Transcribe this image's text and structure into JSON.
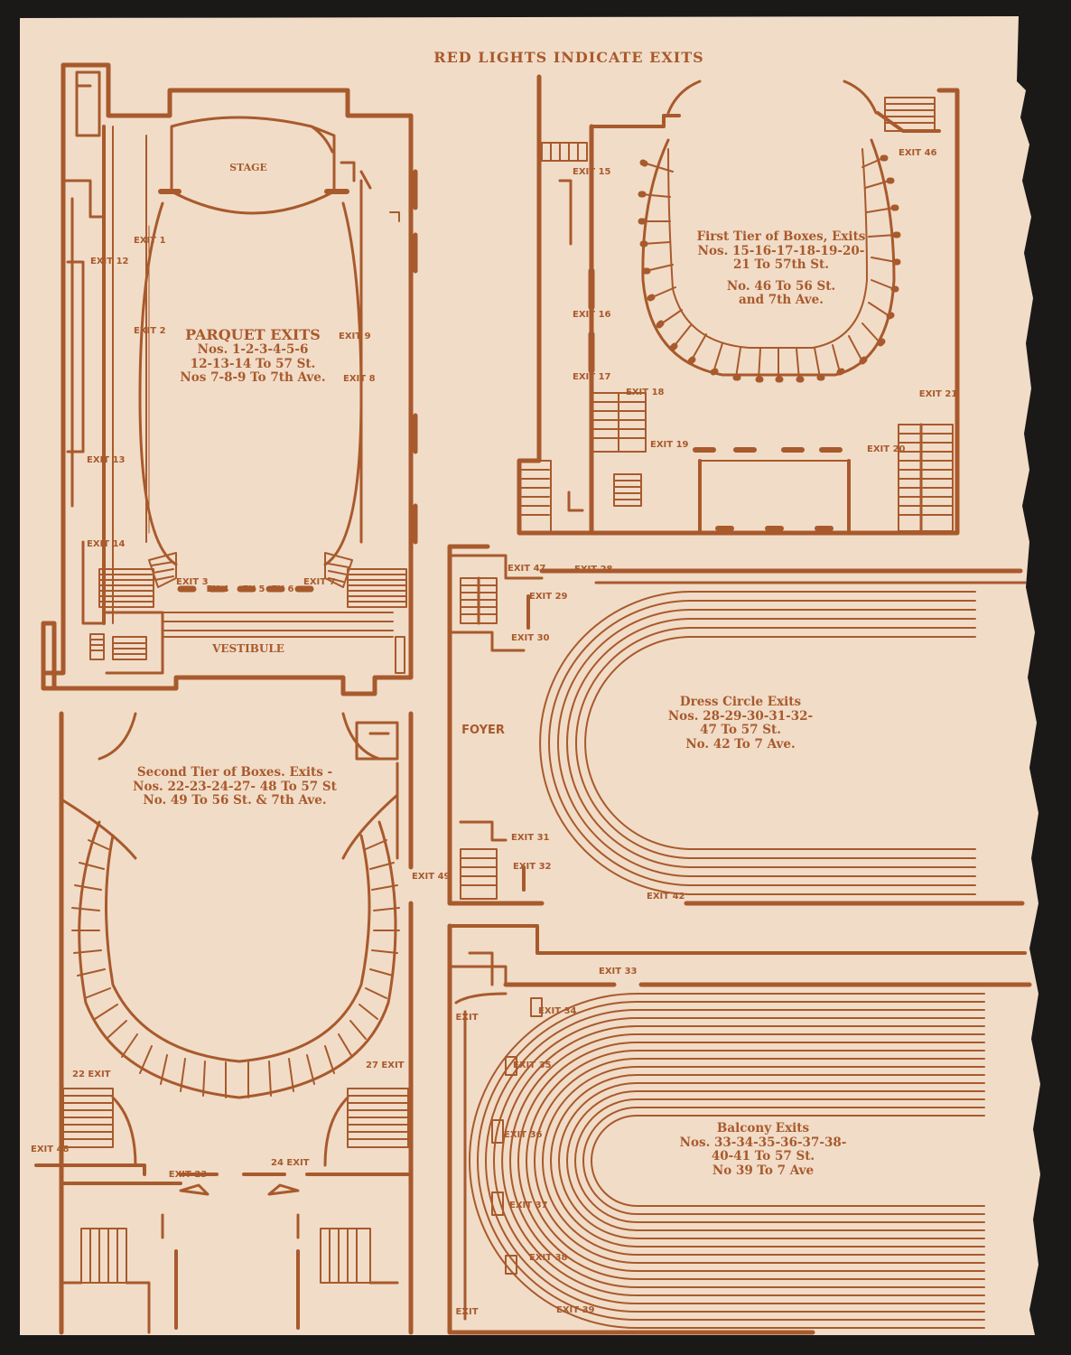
{
  "header": {
    "title": "RED LIGHTS INDICATE EXITS"
  },
  "colors": {
    "ink": "#a85a2c",
    "paper": "#f1dcc8",
    "background": "#1b1918"
  },
  "parquet": {
    "stage": "STAGE",
    "vestibule": "VESTIBULE",
    "caption": [
      "PARQUET EXITS",
      "Nos. 1-2-3-4-5-6",
      "12-13-14 To 57 St.",
      "Nos 7-8-9 To 7th Ave."
    ],
    "exits": {
      "e1": "EXIT 1",
      "e2": "EXIT 2",
      "e3": "EXIT 3",
      "e4": "EX 4",
      "e5": "EX 5",
      "e6": "EX 6",
      "e7": "EXIT 7",
      "e8": "EXIT 8",
      "e9": "EXIT 9",
      "e12": "EXIT 12",
      "e13": "EXIT 13",
      "e14": "EXIT 14"
    }
  },
  "first_tier": {
    "caption": [
      "First Tier of Boxes, Exits",
      "Nos. 15-16-17-18-19-20-",
      "21 To 57th St.",
      "No. 46 To 56 St.",
      "and 7th Ave."
    ],
    "exits": {
      "e15": "EXIT 15",
      "e16": "EXIT 16",
      "e17": "EXIT 17",
      "e18": "EXIT 18",
      "e19": "EXIT 19",
      "e20": "EXIT 20",
      "e21": "EXIT 21",
      "e46": "EXIT 46"
    }
  },
  "second_tier": {
    "caption": [
      "Second Tier of Boxes. Exits -",
      "Nos. 22-23-24-27- 48 To 57 St",
      "No. 49 To 56 St. & 7th Ave."
    ],
    "exits": {
      "e22": "22 EXIT",
      "e23": "EXIT 23",
      "e24": "24 EXIT",
      "e27": "27 EXIT",
      "e48": "EXIT 48",
      "e49": "EXIT 49"
    }
  },
  "dress_circle": {
    "foyer": "FOYER",
    "caption": [
      "Dress Circle Exits",
      "Nos. 28-29-30-31-32-",
      "47 To 57 St.",
      "No. 42 To 7 Ave."
    ],
    "exits": {
      "e28": "EXIT 28",
      "e29": "EXIT 29",
      "e30": "EXIT 30",
      "e31": "EXIT 31",
      "e32": "EXIT 32",
      "e42": "EXIT 42",
      "e47": "EXIT 47"
    }
  },
  "balcony": {
    "caption": [
      "Balcony Exits",
      "Nos. 33-34-35-36-37-38-",
      "40-41 To 57 St.",
      "No 39 To 7 Ave"
    ],
    "exits": {
      "e33": "EXIT 33",
      "e34": "EXIT 34",
      "e35": "EXIT 35",
      "e36": "EXIT 36",
      "e37": "EXIT 37",
      "e38": "EXIT 38",
      "e39": "EXIT 39",
      "e40": "EXIT",
      "e41": "EXIT"
    }
  }
}
